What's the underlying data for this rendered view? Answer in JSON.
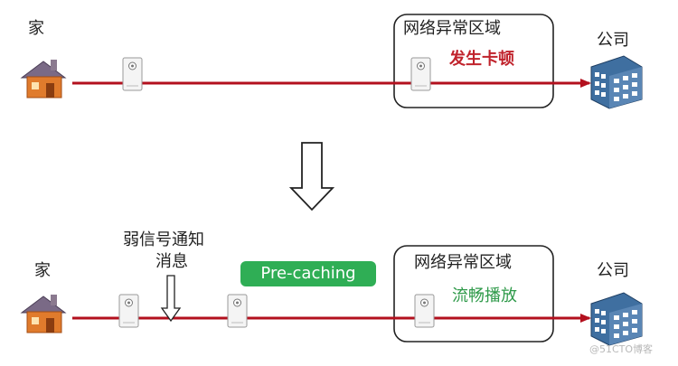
{
  "top": {
    "home_label": "家",
    "company_label": "公司",
    "zone_title": "网络异常区域",
    "zone_status": "发生卡顿"
  },
  "bottom": {
    "home_label": "家",
    "company_label": "公司",
    "zone_title": "网络异常区域",
    "zone_status": "流畅播放",
    "notice_line1": "弱信号通知",
    "notice_line2": "消息",
    "precache_label": "Pre-caching"
  },
  "watermark": "@51CTO博客",
  "colors": {
    "line": "#b3101e",
    "status_red": "#c0232c",
    "status_green": "#2f9a4a",
    "precache_bg": "#2fae55",
    "house_roof": "#7a6a86",
    "house_wall": "#e07b2c",
    "building": "#3f6fa0"
  }
}
